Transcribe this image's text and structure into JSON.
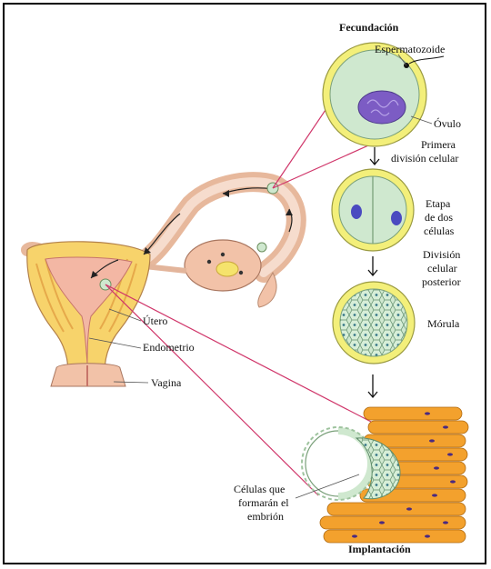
{
  "labels": {
    "fecundacion": "Fecundación",
    "espermatozoide": "Espermatozoide",
    "ovulo": "Óvulo",
    "primera_l1": "Primera",
    "primera_l2": "división celular",
    "etapa_l1": "Etapa",
    "etapa_l2": "de dos",
    "etapa_l3": "células",
    "division_l1": "División",
    "division_l2": "celular",
    "division_l3": "posterior",
    "morula": "Mórula",
    "utero": "Útero",
    "endometrio": "Endometrio",
    "vagina": "Vagina",
    "celulas_l1": "Células que",
    "celulas_l2": "formarán el",
    "celulas_l3": "embrión",
    "implantacion": "Implantación"
  },
  "colors": {
    "zona_pelucida": "#f3ef7a",
    "cytoplasm": "#cfe8cf",
    "nucleus": "#7c5cc4",
    "blastomere_nucleus": "#4a4ac0",
    "tissue": "#f2c2a8",
    "uterus_muscle": "#f7d36b",
    "endometrium_cells": "#f3a12d",
    "leader_line": "#d0366a"
  }
}
